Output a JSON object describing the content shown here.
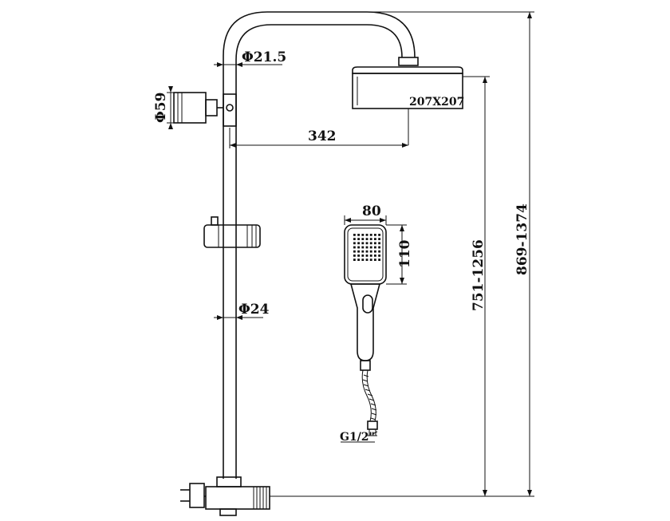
{
  "dimensions": {
    "pipe_top_diameter": "Φ21.5",
    "pipe_main_diameter": "Φ24",
    "wall_bracket_diameter": "Φ59",
    "head_size": "207X207",
    "arm_reach": "342",
    "handset_width": "80",
    "handset_height": "110",
    "adjustable_height": "751-1256",
    "overall_height": "869-1374",
    "hose_thread": "G1/2\""
  }
}
